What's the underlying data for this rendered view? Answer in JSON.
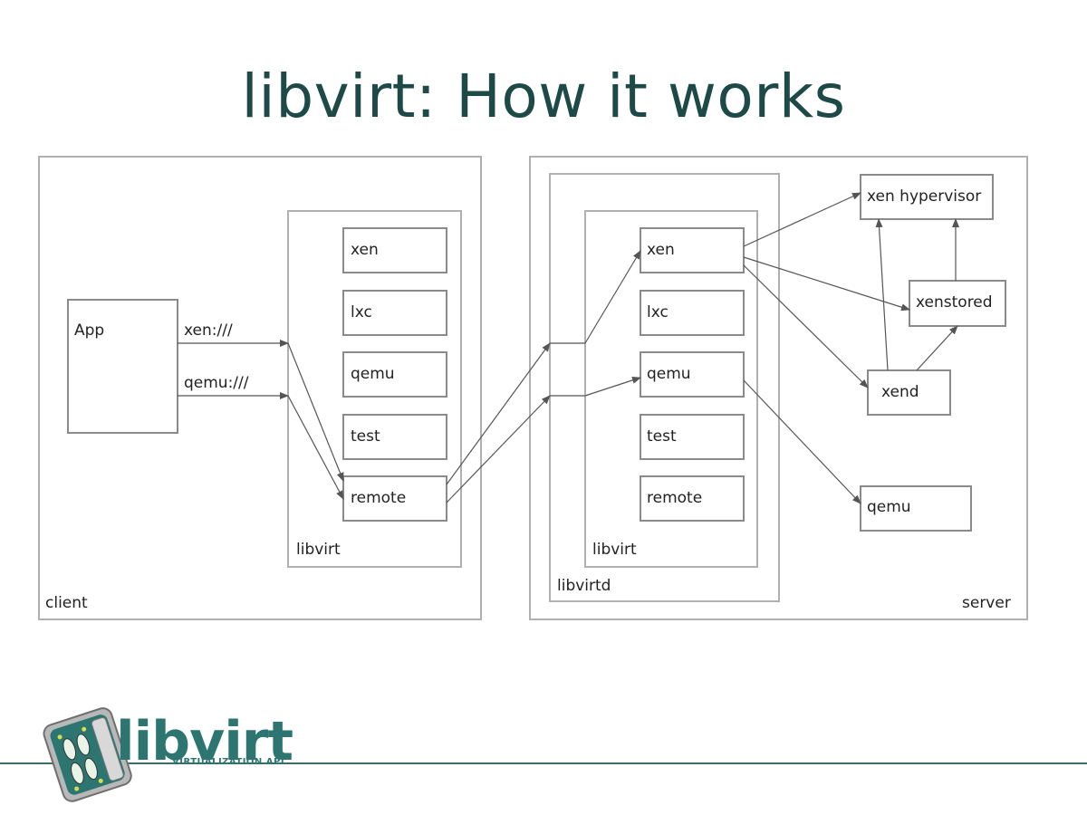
{
  "title": "libvirt: How it works",
  "client": {
    "label": "client",
    "app": "App",
    "uris": [
      "xen:///",
      "qemu:///"
    ],
    "libvirt_label": "libvirt",
    "drivers": [
      "xen",
      "lxc",
      "qemu",
      "test",
      "remote"
    ]
  },
  "server": {
    "label": "server",
    "libvirtd_label": "libvirtd",
    "libvirt_label": "libvirt",
    "drivers": [
      "xen",
      "lxc",
      "qemu",
      "test",
      "remote"
    ],
    "xen_hypervisor": "xen hypervisor",
    "xenstored": "xenstored",
    "xend": "xend",
    "qemu": "qemu"
  },
  "logo": {
    "word": "libvirt",
    "subtitle": "VIRTUALIZATION API"
  }
}
